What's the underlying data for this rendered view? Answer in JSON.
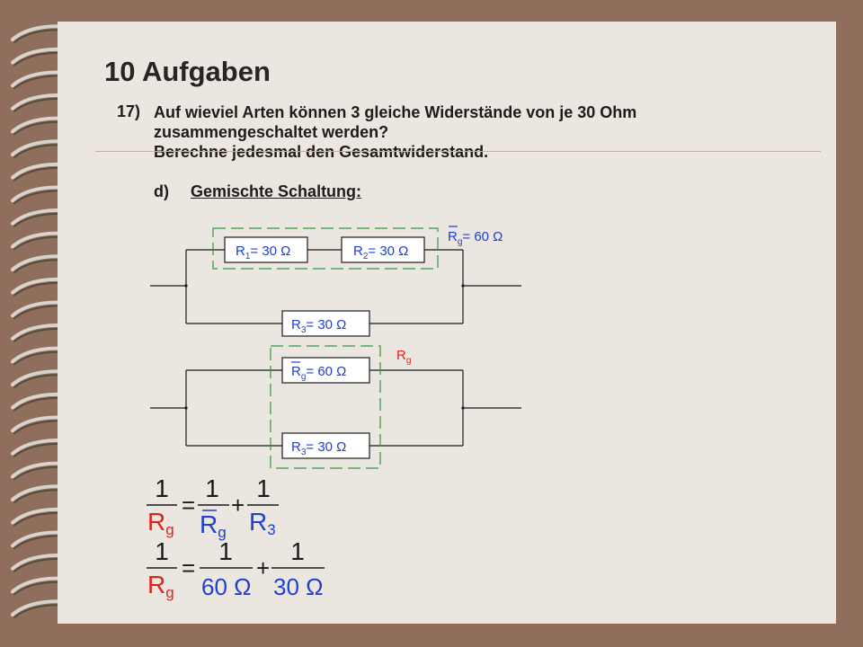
{
  "title": "10 Aufgaben",
  "question": {
    "number": "17)",
    "lines": [
      "Auf wieviel Arten können 3 gleiche Widerstände von je 30 Ohm",
      "zusammengeschaltet werden?",
      "Berechne jedesmal den Gesamtwiderstand."
    ]
  },
  "part": {
    "label": "d)",
    "title": "Gemischte Schaltung:"
  },
  "circuit1": {
    "r1": "R",
    "r1_sub": "1",
    "r1_value": "= 30 Ω",
    "r2": "R",
    "r2_sub": "2",
    "r2_value": "= 30 Ω",
    "r3": "R",
    "r3_sub": "3",
    "r3_value": "= 30 Ω",
    "rg_bar": "R",
    "rg_bar_sub": "g",
    "rg_bar_value": "= 60 Ω"
  },
  "circuit2": {
    "rg_bar": "R",
    "rg_bar_sub": "g",
    "rg_bar_value": "= 60 Ω",
    "r3": "R",
    "r3_sub": "3",
    "r3_value": "= 30 Ω",
    "rg": "R",
    "rg_sub": "g"
  },
  "equation1": {
    "lhs_num": "1",
    "lhs_den": "R",
    "lhs_den_sub": "g",
    "equals": "=",
    "t1_num": "1",
    "t1_den": "R",
    "t1_den_sub": "g",
    "plus": "+",
    "t2_num": "1",
    "t2_den": "R",
    "t2_den_sub": "3"
  },
  "equation2": {
    "lhs_num": "1",
    "lhs_den": "R",
    "lhs_den_sub": "g",
    "equals": "=",
    "t1_num": "1",
    "t1_den": "60 Ω",
    "plus": "+",
    "t2_num": "1",
    "t2_den": "30 Ω"
  },
  "colors": {
    "page": "#ece6e0",
    "background": "#8f6f5b",
    "highlight_red": "#e0241c",
    "highlight_blue": "#1f3fd0",
    "dashed_green": "#2e9a3e",
    "wire": "#1a1a1a"
  }
}
